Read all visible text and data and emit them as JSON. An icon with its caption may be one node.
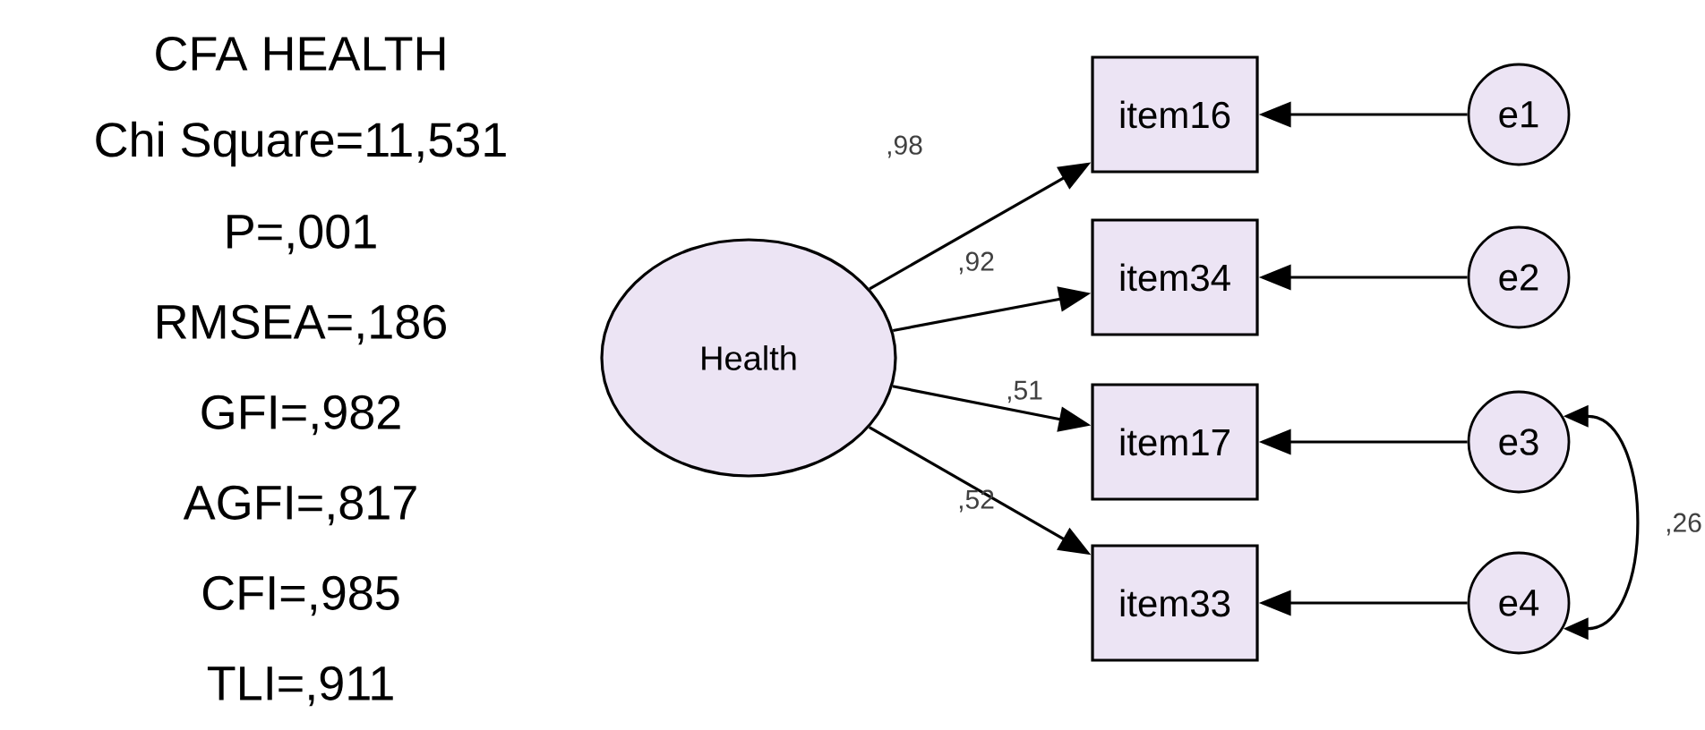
{
  "diagram": {
    "title": "CFA HEALTH",
    "nodes": [
      {
        "text": [
          "Health"
        ]
      },
      {
        "text": [
          "item16"
        ]
      },
      {
        "text": [
          "item34"
        ]
      },
      {
        "text": [
          "item17"
        ]
      },
      {
        "text": [
          "item33"
        ]
      },
      {
        "text": [
          "e1"
        ]
      },
      {
        "text": [
          "e2"
        ]
      },
      {
        "text": [
          "e3"
        ]
      },
      {
        "text": [
          "e4"
        ]
      }
    ],
    "edges": [
      {
        "from": 0,
        "to": 1,
        "arrow": "to",
        "label": ",98"
      },
      {
        "from": 0,
        "to": 2,
        "arrow": "to",
        "label": ",92"
      },
      {
        "from": 0,
        "to": 3,
        "arrow": "to",
        "label": ",51"
      },
      {
        "from": 0,
        "to": 4,
        "arrow": "to",
        "label": ",52"
      },
      {
        "from": 5,
        "to": 1,
        "arrow": "to"
      },
      {
        "from": 6,
        "to": 2,
        "arrow": "to"
      },
      {
        "from": 7,
        "to": 3,
        "arrow": "to"
      },
      {
        "from": 8,
        "to": 4,
        "arrow": "to"
      },
      {
        "from": 7,
        "to": 8,
        "arrow": "both",
        "label": ",26"
      }
    ],
    "labels": [
      "Chi Square=11,531",
      "P=,001",
      "RMSEA=,186",
      "GFI=,982",
      "AGFI=,817",
      "CFI=,985",
      "TLI=,911"
    ]
  }
}
